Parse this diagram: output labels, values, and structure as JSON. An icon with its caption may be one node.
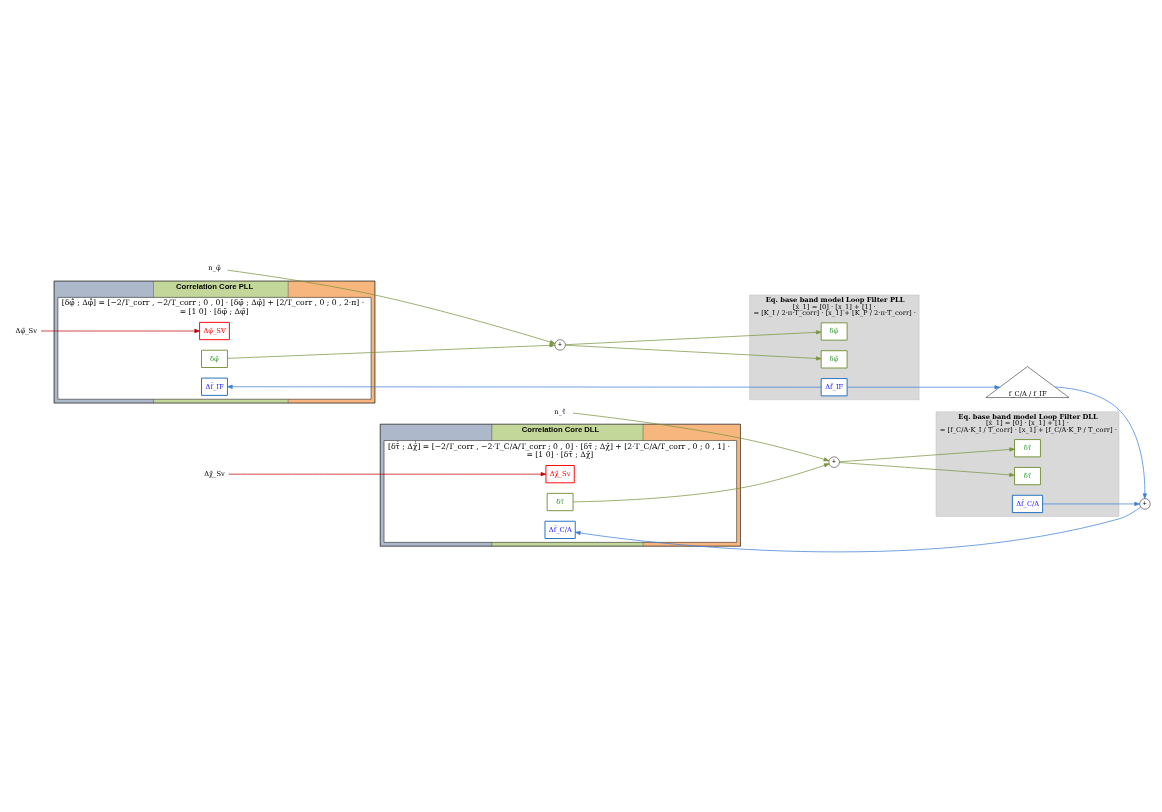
{
  "diagram": {
    "nodes": [
      {
        "text": [
          "Correlation Core DLL"
        ]
      },
      {
        "text": [
          "[δτ̃̇ ; Δχ̂̇] = [−2/T_corr , −2·T_C/A/T_corr ; 0 , 0] · [δτ̃ ; Δχ̂] + [2·T_C/A/T_corr , 0 ; 0 , 1] ·",
          "= [1 0] · [δτ̃ ; Δχ̂]"
        ],
        "in": 0
      },
      {
        "text": [
          "Δχ̃_Sv"
        ],
        "in": 1
      },
      {
        "text": [
          "Δf̂_C/A"
        ],
        "in": 1
      },
      {
        "text": [
          "δτ̃"
        ],
        "in": 1
      },
      {
        "text": [
          "+"
        ]
      },
      {
        "text": [
          "n_τ̃"
        ]
      },
      {
        "text": [
          "Eq. base band model Loop Filter DLL",
          "[ẋ_1] = [0] · [x_1] + [1] ·",
          "= [f_C/A·K_I / T_corr] · [x_1] + [f_C/A·K_P / T_corr] ·"
        ]
      },
      {
        "text": [
          "δτ̃"
        ],
        "in": 7
      },
      {
        "text": [
          "δτ̃"
        ],
        "in": 7
      },
      {
        "text": [
          "Δf̂_C/A"
        ],
        "in": 7
      },
      {
        "text": [
          "+"
        ]
      },
      {
        "text": [
          "f_C/A / f_IF"
        ]
      },
      {
        "text": [
          "Correlation Core PLL"
        ]
      },
      {
        "text": [
          "[δφ̃̇ ; Δφ̂̇] = [−2/T_corr , −2/T_corr ; 0 , 0] · [δφ̃ ; Δφ̂] + [2/T_corr , 0 ; 0 , 2·π] ·",
          "= [1 0] · [δφ̃ ; Δφ̂]"
        ],
        "in": 13
      },
      {
        "text": [
          "Δφ̃_SV"
        ],
        "in": 14
      },
      {
        "text": [
          "Δf̂_IF"
        ],
        "in": 14
      },
      {
        "text": [
          "δφ̃"
        ],
        "in": 14
      },
      {
        "text": [
          "+"
        ]
      },
      {
        "text": [
          "n_φ̃"
        ]
      },
      {
        "text": [
          "Eq. base band model Loop Filter PLL",
          "[ẋ_1] = [0] · [x_1] + [1] ·",
          "= [K_I / 2·π·T_corr] · [x_1] + [K_P / 2·π·T_corr] ·"
        ]
      },
      {
        "text": [
          "δφ̃"
        ],
        "in": 20
      },
      {
        "text": [
          "δφ̃"
        ],
        "in": 20
      },
      {
        "text": [
          "Δf̂_IF"
        ],
        "in": 20
      },
      {
        "text": [
          "Δχ̃_Sv"
        ]
      },
      {
        "text": [
          "Δφ̃_Sv"
        ]
      }
    ],
    "edges": [
      {
        "from": 24,
        "to": 2,
        "arrow": "to",
        "color": "#c00000"
      },
      {
        "from": 4,
        "to": 5,
        "arrow": "to"
      },
      {
        "from": 6,
        "to": 5,
        "arrow": "to"
      },
      {
        "from": 5,
        "to": 8,
        "arrow": "to"
      },
      {
        "from": 5,
        "to": 9,
        "arrow": "to"
      },
      {
        "from": 10,
        "to": 11,
        "arrow": "to",
        "color": "#3a7dd8"
      },
      {
        "from": 11,
        "to": 3,
        "arrow": "to",
        "color": "#3a7dd8"
      },
      {
        "from": 12,
        "to": 11,
        "arrow": "to",
        "color": "#3a7dd8"
      },
      {
        "from": 25,
        "to": 15,
        "arrow": "to",
        "color": "#c00000"
      },
      {
        "from": 17,
        "to": 18,
        "arrow": "to"
      },
      {
        "from": 19,
        "to": 18,
        "arrow": "to"
      },
      {
        "from": 18,
        "to": 21,
        "arrow": "to"
      },
      {
        "from": 18,
        "to": 22,
        "arrow": "to"
      },
      {
        "from": 23,
        "to": 16,
        "arrow": "to",
        "color": "#3a7dd8"
      },
      {
        "from": 23,
        "to": 12,
        "arrow": "to",
        "color": "#3a7dd8"
      }
    ]
  }
}
